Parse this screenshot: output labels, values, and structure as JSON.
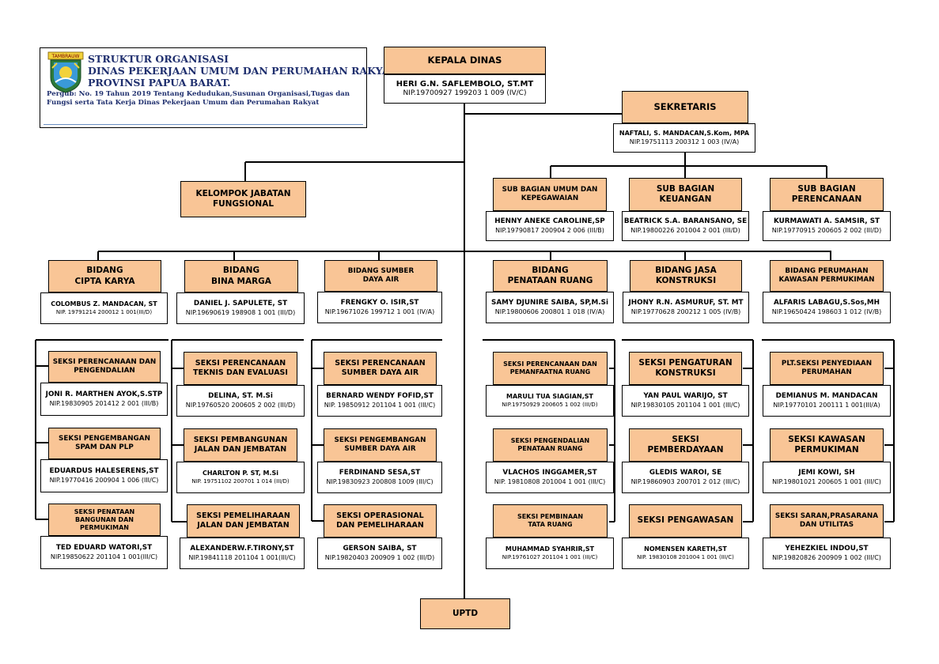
{
  "title": {
    "line1": "STRUKTUR ORGANISASI",
    "line2": "DINAS PEKERJAAN UMUM DAN PERUMAHAN RAKYAT",
    "line3": "PROVINSI PAPUA BARAT.",
    "subtitle": "Pergub: No. 19 Tahun 2019 Tentang Kedudukan,Susunan Organisasi,Tugas dan Fungsi serta Tata Kerja Dinas Pekerjaan Umum dan Perumahan Rakyat",
    "logo_text": "TAMBRAUW"
  },
  "colors": {
    "box_fill": "#f9c596",
    "title_text": "#1f2f6e"
  },
  "kepala": {
    "title": "KEPALA DINAS",
    "name": "HERI G.N. SAFLEMBOLO, ST.MT",
    "nip": "NIP.19700927 199203 1 009 (IV/C)"
  },
  "sekretaris": {
    "title": "SEKRETARIS",
    "name": "NAFTALI, S. MANDACAN,S.Kom, MPA",
    "nip": "NIP.19751113 200312 1 003 (IV/A)"
  },
  "fungsional": {
    "title": "KELOMPOK JABATAN\nFUNGSIONAL"
  },
  "subbagian": [
    {
      "title": "SUB BAGIAN UMUM DAN\nKEPEGAWAIAN",
      "name": "HENNY ANEKE CAROLINE,SP",
      "nip": "NIP.19790817 200904 2 006 (III/B)"
    },
    {
      "title": "SUB BAGIAN\nKEUANGAN",
      "name": "BEATRICK S.A. BARANSANO, SE",
      "nip": "NIP.19800226 201004 2 001 (III/D)"
    },
    {
      "title": "SUB BAGIAN\nPERENCANAAN",
      "name": "KURMAWATI A. SAMSIR, ST",
      "nip": "NIP.19770915 200605 2 002 (III/D)"
    }
  ],
  "bidang": [
    {
      "title": "BIDANG\nCIPTA KARYA",
      "name": "COLOMBUS Z. MANDACAN, ST",
      "nip": "NIP. 19791214 200012 1 001(III/D)",
      "seksi": [
        {
          "title": "SEKSI PERENCANAAN DAN\nPENGENDALIAN",
          "name": "JONI R. MARTHEN AYOK,S.STP",
          "nip": "NIP.19830905 201412 2 001 (III/B)"
        },
        {
          "title": "SEKSI PENGEMBANGAN\nSPAM DAN PLP",
          "name": "EDUARDUS HALESERENS,ST",
          "nip": "NIP.19770416 200904 1 006 (III/C)"
        },
        {
          "title": "SEKSI PENATAAN\nBANGUNAN DAN\nPERMUKIMAN",
          "name": "TED EDUARD WATORI,ST",
          "nip": "NIP.19850622 201104 1 001(III/C)"
        }
      ]
    },
    {
      "title": "BIDANG\nBINA MARGA",
      "name": "DANIEL J. SAPULETE, ST",
      "nip": "NIP.19690619 198908 1 001 (III/D)",
      "seksi": [
        {
          "title": "SEKSI PERENCANAAN\nTEKNIS DAN EVALUASI",
          "name": "DELINA, ST. M.Si",
          "nip": "NIP.19760520 200605 2 002 (III/D)"
        },
        {
          "title": "SEKSI PEMBANGUNAN\nJALAN DAN JEMBATAN",
          "name": "CHARLTON P. ST, M.Si",
          "nip": "NIP. 19751102 200701 1 014 (III/D)"
        },
        {
          "title": "SEKSI PEMELIHARAAN\nJALAN DAN JEMBATAN",
          "name": "ALEXANDERW.F.TIRONY,ST",
          "nip": "NIP.19841118 201104 1 001(III/C)"
        }
      ]
    },
    {
      "title": "BIDANG SUMBER\nDAYA AIR",
      "name": "FRENGKY O. ISIR,ST",
      "nip": "NIP.19671026 199712 1 001 (IV/A)",
      "seksi": [
        {
          "title": "SEKSI PERENCANAAN\nSUMBER DAYA AIR",
          "name": "BERNARD WENDY FOFID,ST",
          "nip": "NIP. 19850912 201104 1 001 (III/C)"
        },
        {
          "title": "SEKSI PENGEMBANGAN\nSUMBER DAYA AIR",
          "name": "FERDINAND SESA,ST",
          "nip": "NIP.19830923 200808 1009 (III/C)"
        },
        {
          "title": "SEKSI OPERASIONAL\nDAN PEMELIHARAAN",
          "name": "GERSON SAIBA, ST",
          "nip": "NIP.19820403 200909 1 002 (III/D)"
        }
      ]
    },
    {
      "title": "BIDANG\nPENATAAN RUANG",
      "name": "SAMY DJUNIRE SAIBA, SP,M.Si",
      "nip": "NIP.19800606 200801 1 018 (IV/A)",
      "seksi": [
        {
          "title": "SEKSI PERENCANAAN DAN\nPEMANFAATNA RUANG",
          "name": "MARULI TUA SIAGIAN,ST",
          "nip": "NIP.19750929 200605 1 002 (III/D)"
        },
        {
          "title": "SEKSI PENGENDALIAN\nPENATAAN RUANG",
          "name": "VLACHOS INGGAMER,ST",
          "nip": "NIP. 19810808 201004 1 001 (III/C)"
        },
        {
          "title": "SEKSI PEMBINAAN\nTATA RUANG",
          "name": "MUHAMMAD SYAHRIR,ST",
          "nip": "NIP.19761027 201104 1 001 (III/C)"
        }
      ]
    },
    {
      "title": "BIDANG JASA\nKONSTRUKSI",
      "name": "JHONY R.N. ASMURUF, ST. MT",
      "nip": "NIP.19770628 200212 1 005 (IV/B)",
      "seksi": [
        {
          "title": "SEKSI PENGATURAN\nKONSTRUKSI",
          "name": "YAN PAUL WARIJO, ST",
          "nip": "NIP.19830105 201104 1 001 (III/C)"
        },
        {
          "title": "SEKSI\nPEMBERDAYAAN",
          "name": "GLEDIS WAROI, SE",
          "nip": "NIP.19860903 200701 2 012 (III/C)"
        },
        {
          "title": "SEKSI PENGAWASAN",
          "name": "NOMENSEN KARETH,ST",
          "nip": "NIP. 19830108 201004 1 001 (III/C)"
        }
      ]
    },
    {
      "title": "BIDANG PERUMAHAN\nKAWASAN PERMUKIMAN",
      "name": "ALFARIS LABAGU,S.Sos,MH",
      "nip": "NIP.19650424 198603 1 012 (IV/B)",
      "seksi": [
        {
          "title": "PLT.SEKSI PENYEDIAAN\nPERUMAHAN",
          "name": "DEMIANUS M. MANDACAN",
          "nip": "NIP.19770101 200111 1 001(III/A)"
        },
        {
          "title": "SEKSI KAWASAN\nPERMUKIMAN",
          "name": "JEMI KOWI, SH",
          "nip": "NIP.19801021 200605 1 001 (III/C)"
        },
        {
          "title": "SEKSI SARAN,PRASARANA\nDAN UTILITAS",
          "name": "YEHEZKIEL INDOU,ST",
          "nip": "NIP.19820826 200909 1 002 (III/C)"
        }
      ]
    }
  ],
  "uptd": {
    "title": "UPTD"
  }
}
